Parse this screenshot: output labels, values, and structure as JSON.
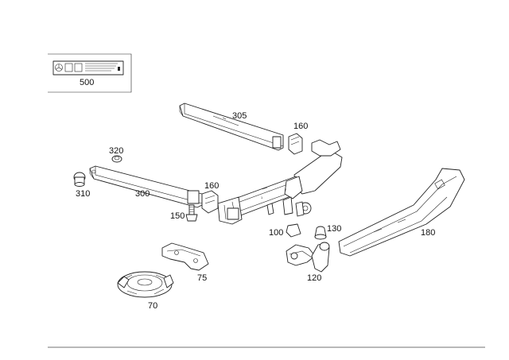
{
  "labels": {
    "l500": "500",
    "l305": "305",
    "l160a": "160",
    "l320": "320",
    "l310": "310",
    "l300": "300",
    "l160b": "160",
    "l150": "150",
    "l100": "100",
    "l130": "130",
    "l180": "180",
    "l120": "120",
    "l75": "75",
    "l70": "70"
  }
}
